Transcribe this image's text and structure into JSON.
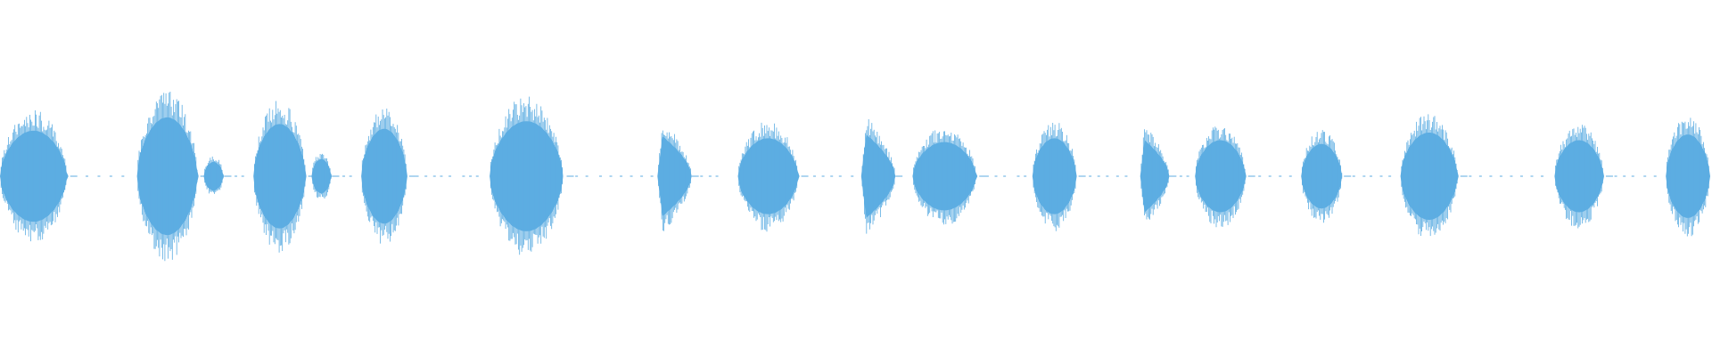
{
  "waveform": {
    "color": "#5dade2",
    "background": "#ffffff",
    "duration_fraction_bursts": [
      {
        "start": 0.0,
        "end": 0.041,
        "peak": 0.48,
        "shape": "rounded"
      },
      {
        "start": 0.08,
        "end": 0.117,
        "peak": 0.62,
        "shape": "rounded"
      },
      {
        "start": 0.119,
        "end": 0.131,
        "peak": 0.15,
        "shape": "rounded"
      },
      {
        "start": 0.148,
        "end": 0.18,
        "peak": 0.55,
        "shape": "rounded"
      },
      {
        "start": 0.182,
        "end": 0.194,
        "peak": 0.18,
        "shape": "rounded"
      },
      {
        "start": 0.211,
        "end": 0.239,
        "peak": 0.5,
        "shape": "rounded"
      },
      {
        "start": 0.286,
        "end": 0.331,
        "peak": 0.58,
        "shape": "rounded"
      },
      {
        "start": 0.384,
        "end": 0.404,
        "peak": 0.42,
        "shape": "attack"
      },
      {
        "start": 0.431,
        "end": 0.468,
        "peak": 0.4,
        "shape": "rounded"
      },
      {
        "start": 0.503,
        "end": 0.523,
        "peak": 0.44,
        "shape": "attack"
      },
      {
        "start": 0.533,
        "end": 0.572,
        "peak": 0.36,
        "shape": "rounded"
      },
      {
        "start": 0.603,
        "end": 0.63,
        "peak": 0.4,
        "shape": "rounded"
      },
      {
        "start": 0.666,
        "end": 0.683,
        "peak": 0.38,
        "shape": "attack"
      },
      {
        "start": 0.698,
        "end": 0.729,
        "peak": 0.38,
        "shape": "rounded"
      },
      {
        "start": 0.76,
        "end": 0.785,
        "peak": 0.34,
        "shape": "rounded"
      },
      {
        "start": 0.818,
        "end": 0.853,
        "peak": 0.46,
        "shape": "rounded"
      },
      {
        "start": 0.908,
        "end": 0.938,
        "peak": 0.38,
        "shape": "rounded"
      },
      {
        "start": 0.973,
        "end": 1.0,
        "peak": 0.44,
        "shape": "rounded"
      }
    ],
    "silence_dots": [
      0.05,
      0.057,
      0.064,
      0.071,
      0.137,
      0.141,
      0.2,
      0.204,
      0.243,
      0.248,
      0.253,
      0.257,
      0.262,
      0.27,
      0.274,
      0.278,
      0.336,
      0.342,
      0.35,
      0.356,
      0.362,
      0.368,
      0.374,
      0.38,
      0.409,
      0.414,
      0.418,
      0.475,
      0.48,
      0.485,
      0.49,
      0.497,
      0.576,
      0.581,
      0.586,
      0.594,
      0.598,
      0.636,
      0.641,
      0.646,
      0.652,
      0.657,
      0.689,
      0.693,
      0.735,
      0.741,
      0.747,
      0.753,
      0.79,
      0.796,
      0.8,
      0.806,
      0.811,
      0.858,
      0.864,
      0.87,
      0.876,
      0.882,
      0.888,
      0.894,
      0.9,
      0.943,
      0.948,
      0.953,
      0.96,
      0.966
    ]
  }
}
